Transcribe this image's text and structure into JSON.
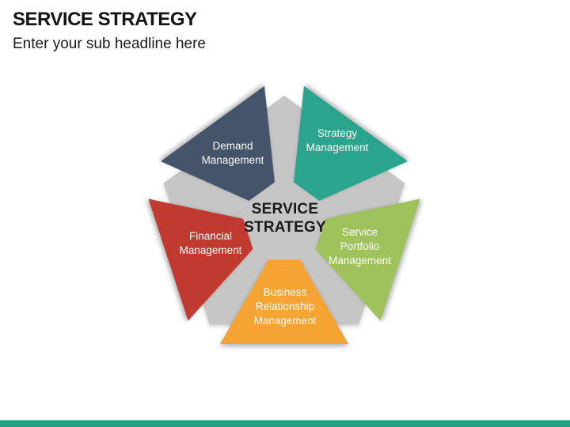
{
  "slide": {
    "title": "SERVICE STRATEGY",
    "subtitle": "Enter your sub headline here"
  },
  "diagram": {
    "center_label": {
      "line1": "SERVICE",
      "line2": "STRATEGY"
    },
    "center_text_color": "#1a1a1a",
    "pentagon_color": "#C6C6C6",
    "label_text_color": "#FFFFFF",
    "petals": [
      {
        "id": "demand-management",
        "label": "Demand Management",
        "color": "#44546A"
      },
      {
        "id": "strategy-management",
        "label": "Strategy Management",
        "color": "#2AA48C"
      },
      {
        "id": "financial-management",
        "label": "Financial Management",
        "color": "#C03A30"
      },
      {
        "id": "service-portfolio-management",
        "label": "Service Portfolio Management",
        "color": "#9FC25D"
      },
      {
        "id": "business-relationship-management",
        "label": "Business Relationship Management",
        "color": "#F5A333"
      }
    ]
  },
  "footer": {
    "bar_color": "#1FA184"
  }
}
